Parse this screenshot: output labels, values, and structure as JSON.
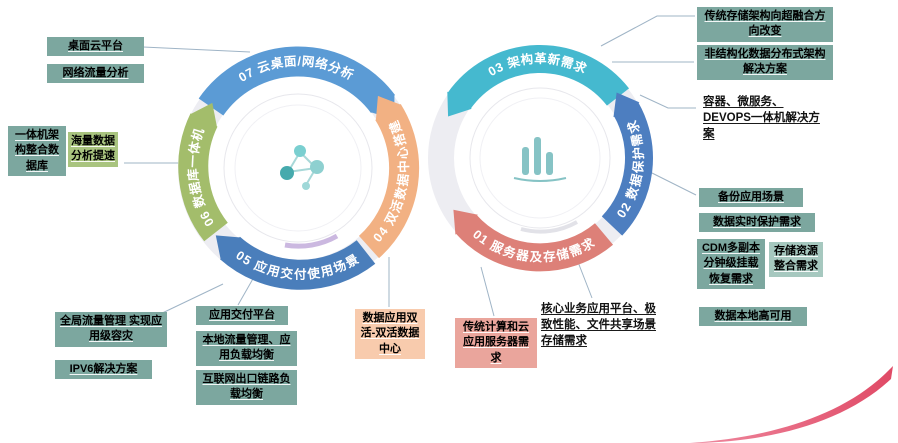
{
  "colors": {
    "teal_box": "#7ca79f",
    "teal_box_light": "#a6c8bf",
    "green_box": "#a9c47f",
    "orange_box": "#f8cbad",
    "salmon_box": "#eaa59c",
    "connector": "#9fb4c6",
    "swoosh_dark": "#e04a66",
    "swoosh_light": "#ef8aa0",
    "ring_background": "#ededf2",
    "icon_teal": "#66bcbe"
  },
  "rings": {
    "left": {
      "segments": [
        {
          "label": "07 云桌面/网络分析",
          "color": "#5b9bd5"
        },
        {
          "label": "06 数据库一体机",
          "color": "#a3bd6b"
        },
        {
          "label": "05 应用交付使用场景",
          "color": "#4a7ebb"
        },
        {
          "label": "04 双活数据中心搭建",
          "color": "#f2b183"
        }
      ]
    },
    "right": {
      "segments": [
        {
          "label": "03 架构革新需求",
          "color": "#45b9cf"
        },
        {
          "label": "02 数据保护需求",
          "color": "#4d7ec0"
        },
        {
          "label": "01 服务器及存储需求",
          "color": "#dd8078"
        }
      ]
    }
  },
  "labels": {
    "desktop_cloud": "桌面云平台",
    "network_traffic": "网络流量分析",
    "aio_arch": "一体机架构整合数据库",
    "mass_data": "海量数据分析提速",
    "global_traffic": "全局流量管理 实现应用级容灾",
    "ipv6": "IPV6解决方案",
    "app_delivery": "应用交付平台",
    "local_traffic": "本地流量管理、应用负载均衡",
    "internet_link": "互联网出口链路负载均衡",
    "dual_active": "数据应用双活-双活数据中心",
    "traditional_compute": "传统计算和云应用服务器需求",
    "core_business": "核心业务应用平台、极致性能、文件共享场景存储需求",
    "storage_hyper": "传统存储架构向超融合方向改变",
    "unstructured": "非结构化数据分布式架构解决方案",
    "container": "容器、微服务、DEVOPS一体机解决方案",
    "backup_scenario": "备份应用场景",
    "realtime_protect": "数据实时保护需求",
    "cdm": "CDM多副本分钟级挂载恢复需求",
    "storage_consolidation": "存储资源整合需求",
    "local_ha": "数据本地高可用"
  }
}
